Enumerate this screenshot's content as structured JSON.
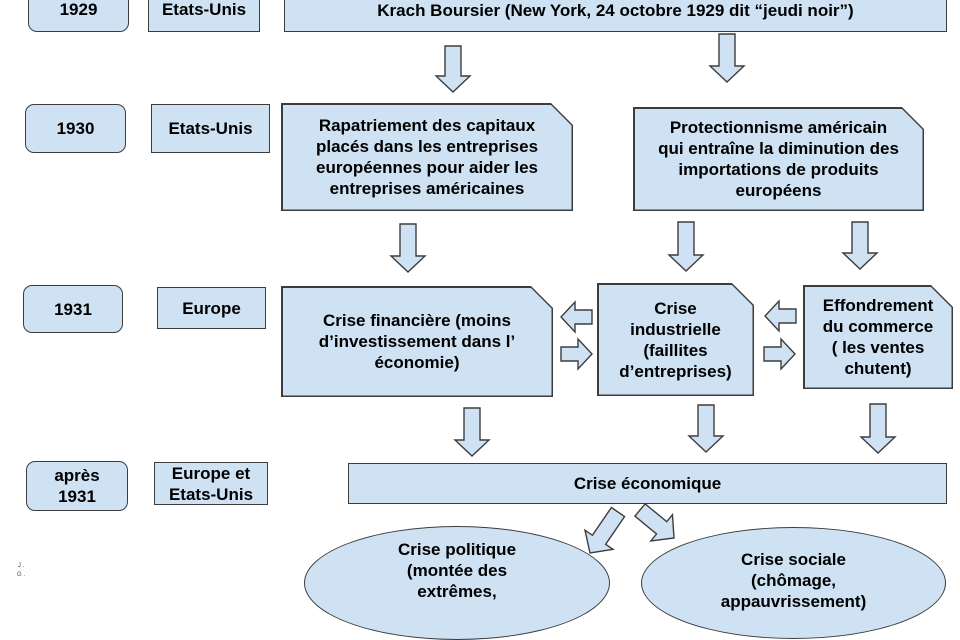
{
  "rows": [
    {
      "year": "1929",
      "place": "Etats-Unis"
    },
    {
      "year": "1930",
      "place": "Etats-Unis"
    },
    {
      "year": "1931",
      "place": "Europe"
    },
    {
      "year": "après\n1931",
      "place": "Europe et\nEtats-Unis"
    }
  ],
  "events": {
    "krach": "Krach Boursier (New York, 24 octobre 1929 dit “jeudi noir”)",
    "rapatriement": "Rapatriement des capitaux\nplacés dans les entreprises\neuropéennes pour aider les\nentreprises américaines",
    "protectionnisme": "Protectionnisme américain\nqui entraîne la diminution des\nimportations de produits\neuropéens",
    "crise_financiere": "Crise financière (moins\nd’investissement dans l’\néconomie)",
    "crise_industrielle": "Crise\nindustrielle\n(faillites\nd’entreprises)",
    "effondrement": "Effondrement\ndu commerce\n( les ventes\nchutent)",
    "crise_economique": "Crise économique",
    "crise_politique": "Crise politique\n(montée des\nextrêmes,",
    "crise_sociale": "Crise sociale\n(chômage,\nappauvrissement)"
  },
  "credit": "J . G ."
}
